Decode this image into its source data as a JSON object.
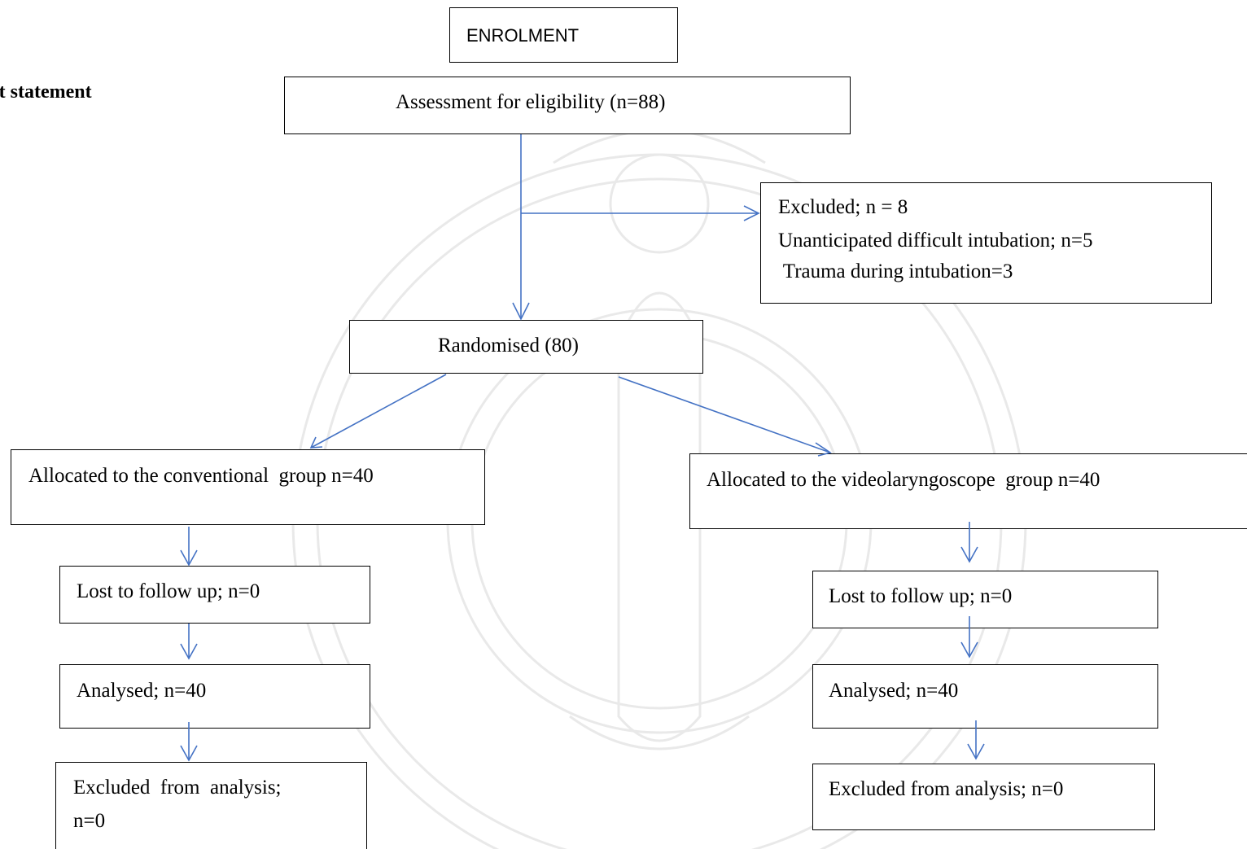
{
  "side_label": "rt statement",
  "enrolment": "ENROLMENT",
  "assessment": "Assessment for eligibility (n=88)",
  "excluded": {
    "line1": "Excluded;  n = 8",
    "line2": "Unanticipated difficult intubation; n=5",
    "line3": " Trauma during intubation=3"
  },
  "randomised": "Randomised (80)",
  "left_arm": {
    "allocated": "Allocated to the conventional  group n=40",
    "lost": "Lost to follow up; n=0",
    "analysed": "Analysed; n=40",
    "excluded_line1": "Excluded  from  analysis;",
    "excluded_line2": "n=0"
  },
  "right_arm": {
    "allocated": "Allocated to the videolaryngoscope  group n=40",
    "lost": "Lost to follow up; n=0",
    "analysed": "Analysed; n=40",
    "excluded": "Excluded from analysis; n=0"
  },
  "colors": {
    "arrow": "#4472C4",
    "border": "#000000",
    "text": "#000000",
    "watermark": "#e9e9e9"
  }
}
